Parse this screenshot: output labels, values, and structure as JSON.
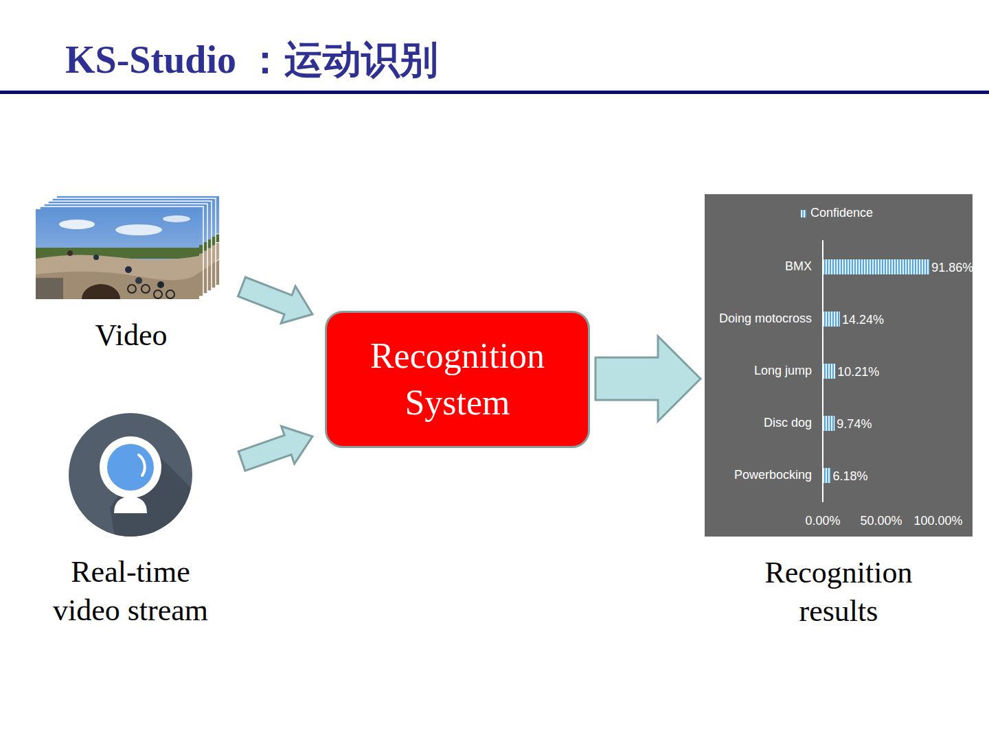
{
  "diagram": {
    "title": "KS-Studio ：运动识别",
    "nodes": [
      {
        "text": [
          "Video"
        ]
      },
      {
        "text": [
          "Real-time video stream"
        ]
      },
      {
        "text": [
          "Recognition System"
        ]
      },
      {
        "text": [
          "Recognition results"
        ]
      }
    ],
    "edges": [
      {
        "from": 0,
        "to": 2,
        "arrow": "to"
      },
      {
        "from": 1,
        "to": 2,
        "arrow": "to"
      },
      {
        "from": 2,
        "to": 3,
        "arrow": "to"
      }
    ],
    "labels": [
      "BMX",
      "91.86%",
      "Doing motocross",
      "14.24%",
      "Long jump",
      "10.21%",
      "Disc dog",
      "9.74%",
      "Powerbocking",
      "6.18%",
      "0.00%",
      "50.00%",
      "100.00%"
    ],
    "legend": [
      {
        "text": "Confidence"
      }
    ]
  }
}
